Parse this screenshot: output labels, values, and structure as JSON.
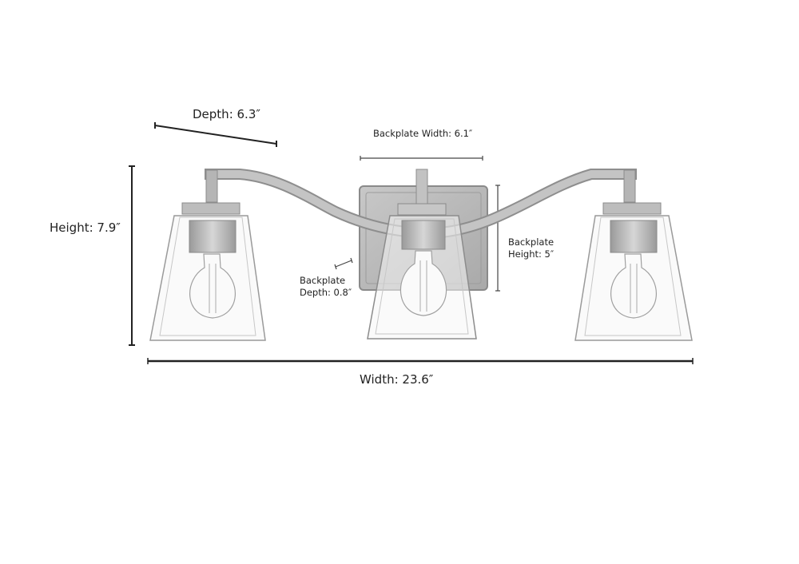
{
  "diagram": {
    "type": "product-dimension-drawing",
    "subject": "3-light vanity wall fixture with clear glass shades",
    "dimensions": {
      "depth": "Depth: 6.3″",
      "height": "Height: 7.9″",
      "width": "Width: 23.6″",
      "backplate_width": "Backplate Width: 6.1″",
      "backplate_height_line1": "Backplate",
      "backplate_height_line2": "Height: 5″",
      "backplate_depth_line1": "Backplate",
      "backplate_depth_line2": "Depth: 0.8″"
    },
    "colors": {
      "metal": "#b8b8b8",
      "metal_dark": "#8c8c8c",
      "glass_edge": "#9a9a9a",
      "dimension_line": "#222222"
    }
  }
}
